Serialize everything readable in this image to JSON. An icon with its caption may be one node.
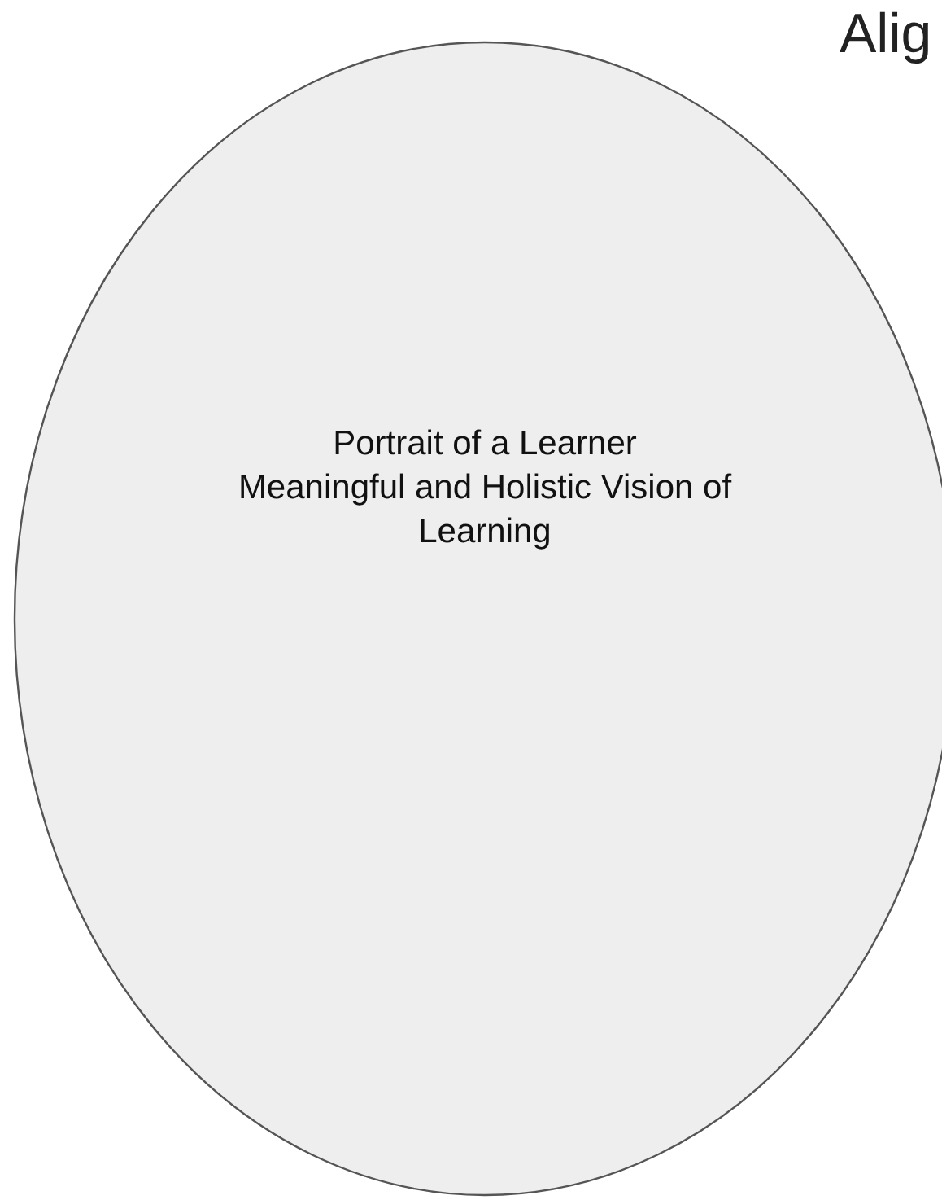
{
  "diagram": {
    "title": "Alig",
    "nodes": [
      {
        "text": [
          "Portrait of a Learner",
          "Meaningful and Holistic Vision of Learning"
        ]
      }
    ]
  }
}
